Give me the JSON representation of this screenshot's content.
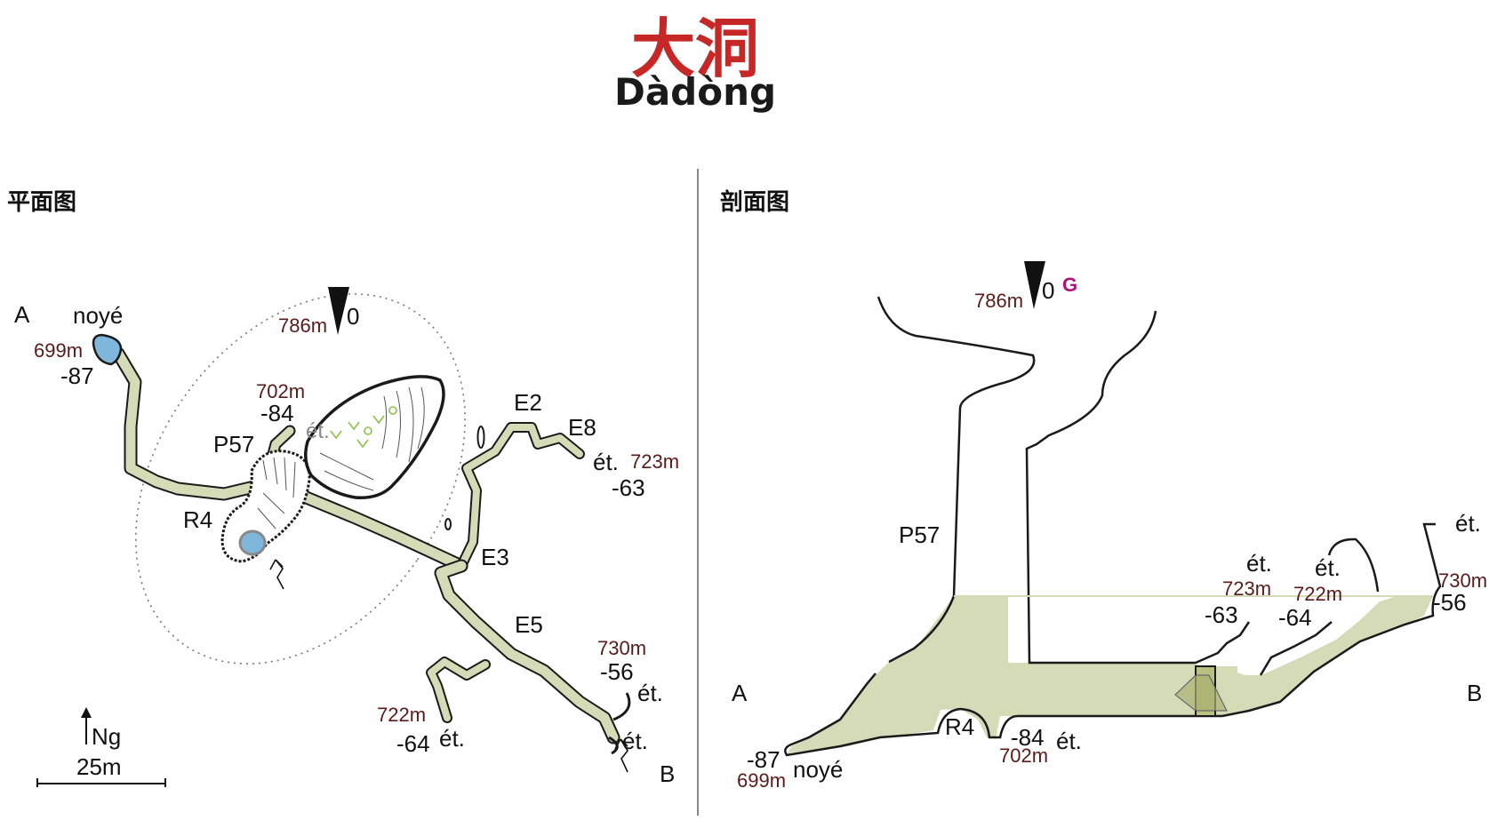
{
  "title": {
    "chinese": "大洞",
    "pinyin": "Dàdòng",
    "color": "#c62828"
  },
  "panels": {
    "plan": {
      "heading": "平面图"
    },
    "section": {
      "heading": "剖面图"
    }
  },
  "colors": {
    "passage_fill": "#d6dbb7",
    "water_fill": "#7fb6dc",
    "altitude_text": "#5a1a1a",
    "g_marker": "#b0127a",
    "line": "#1a1a1a"
  },
  "plan_labels": {
    "a": "A",
    "b": "B",
    "noye": "noyé",
    "alt_699": "699m",
    "depth_87": "-87",
    "alt_786": "786m",
    "zero": "0",
    "alt_702": "702m",
    "depth_84": "-84",
    "p57": "P57",
    "r4": "R4",
    "et_shaft": "ét.",
    "e2": "E2",
    "e8": "E8",
    "et_e8": "ét.",
    "alt_723": "723m",
    "depth_63": "-63",
    "e3": "E3",
    "e5": "E5",
    "alt_730": "730m",
    "depth_56": "-56",
    "et_730": "ét.",
    "alt_722": "722m",
    "depth_64": "-64",
    "et_722": "ét.",
    "et_b": "ét.",
    "north": "Ng",
    "scale": "25m"
  },
  "section_labels": {
    "alt_786": "786m",
    "zero": "0",
    "g": "G",
    "p57": "P57",
    "et_723": "ét.",
    "alt_723": "723m",
    "depth_63": "-63",
    "et_722": "ét.",
    "alt_722": "722m",
    "depth_64": "-64",
    "et_730": "ét.",
    "alt_730": "730m",
    "depth_56": "-56",
    "a": "A",
    "b": "B",
    "r4": "R4",
    "depth_84": "-84",
    "et_84": "ét.",
    "alt_702": "702m",
    "depth_87": "-87",
    "noye": "noyé",
    "alt_699": "699m"
  }
}
